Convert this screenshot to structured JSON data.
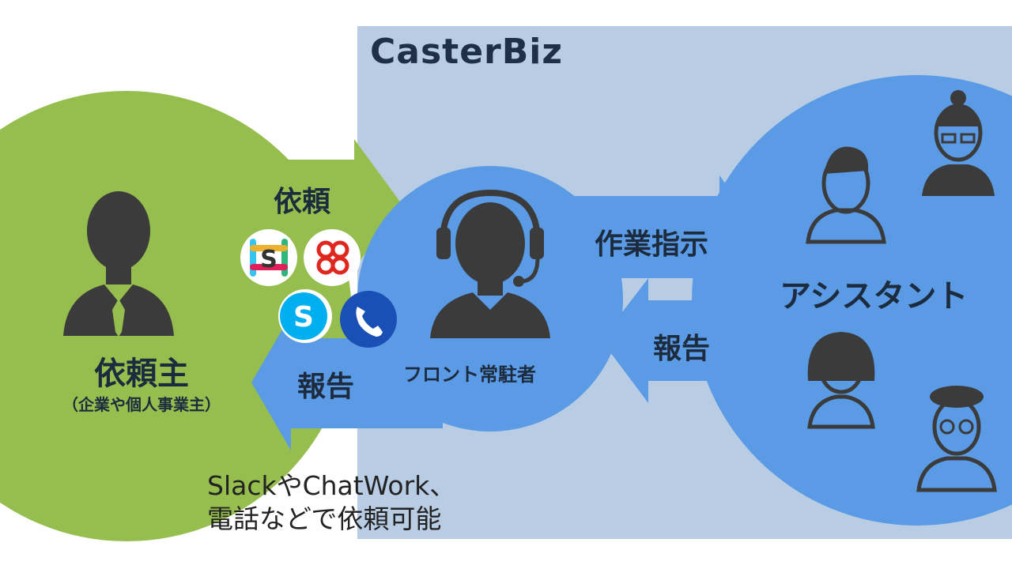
{
  "brand": "CasterBiz",
  "client": {
    "label": "依頼主",
    "sublabel": "（企業や個人事業主）"
  },
  "flows": {
    "request": "依頼",
    "report_to_client": "報告",
    "instruction": "作業指示",
    "report_to_front": "報告"
  },
  "front_staff": {
    "label": "フロント常駐者"
  },
  "assistants": {
    "label": "アシスタント"
  },
  "tools": [
    {
      "name": "Slack",
      "icon": "slack-icon"
    },
    {
      "name": "ChatWork",
      "icon": "chatwork-icon"
    },
    {
      "name": "Skype",
      "icon": "skype-icon"
    },
    {
      "name": "Phone",
      "icon": "phone-icon"
    }
  ],
  "note": {
    "line1": "SlackやChatWork、",
    "line2": "電話などで依頼可能"
  },
  "colors": {
    "client_green": "#96be4e",
    "caster_panel": "#b8cce4",
    "blue": "#5b9be6",
    "figure": "#3b3b3b"
  }
}
